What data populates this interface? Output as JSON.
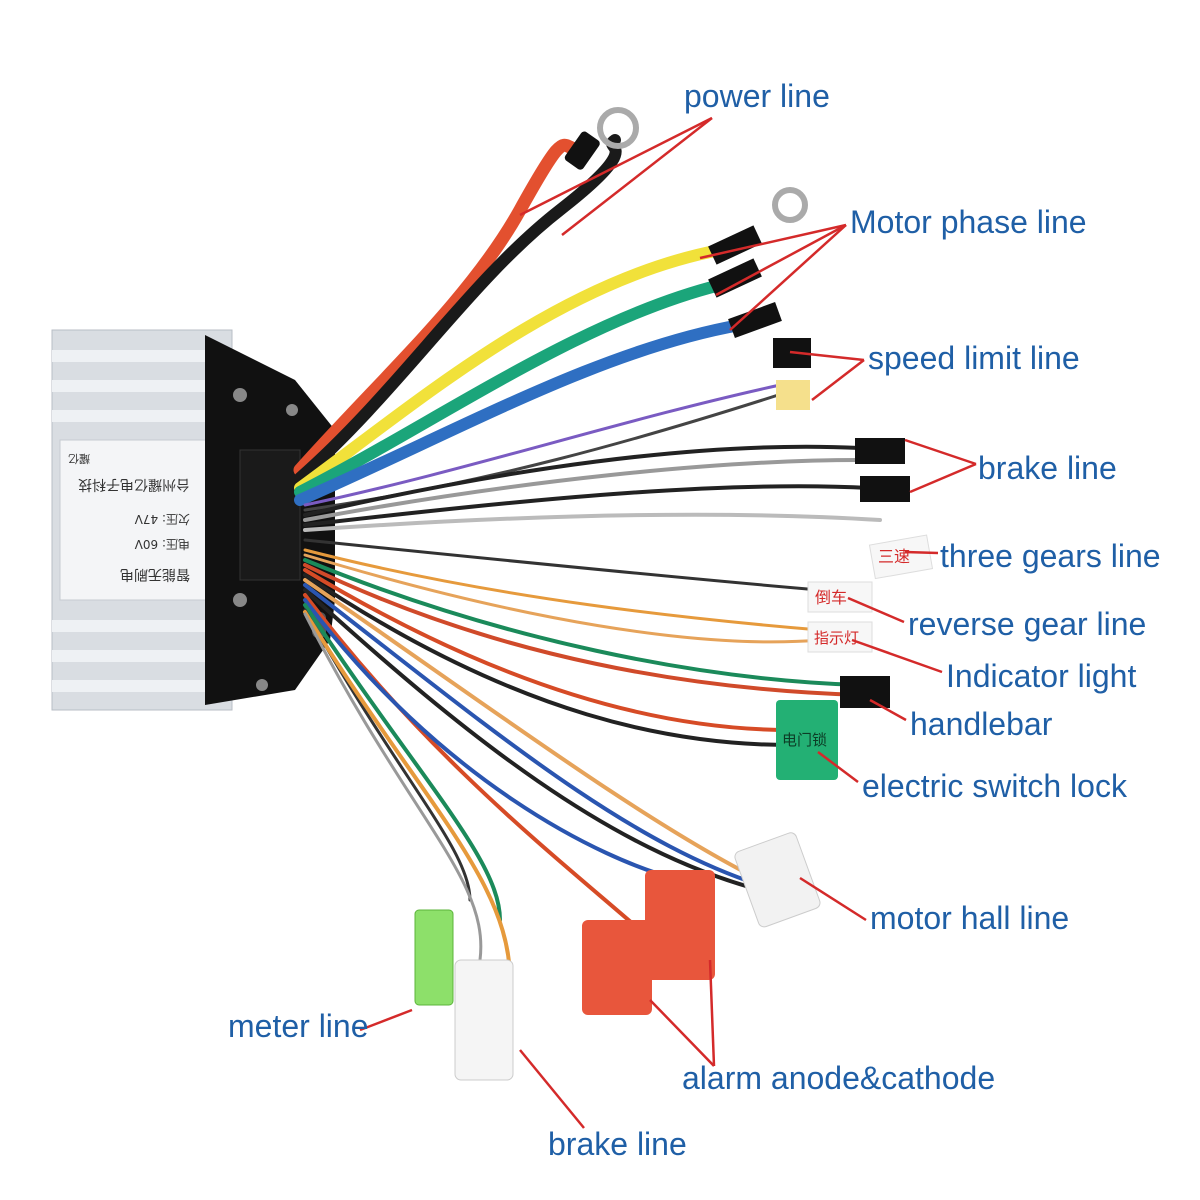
{
  "labels": {
    "power_line": "power line",
    "motor_phase_line": "Motor phase line",
    "speed_limit_line": "speed limit line",
    "brake_line_top": "brake line",
    "three_gears_line": "three gears line",
    "reverse_gear_line": "reverse gear line",
    "indicator_light": "Indicator light",
    "handlebar": "handlebar",
    "electric_switch_lock": "electric switch lock",
    "motor_hall_line": "motor hall line",
    "meter_line": "meter line",
    "alarm_anode_cathode": "alarm anode&cathode",
    "brake_line_bottom": "brake line"
  },
  "controller_print": {
    "line1": "智能无刷电",
    "line2": "电压: 60V",
    "line3": "欠压: 47V",
    "line4": "台州耀亿电子科技",
    "brand": "耀亿"
  },
  "tags": {
    "three_gears": "三速",
    "reverse": "倒车",
    "indicator": "指示灯",
    "switch_lock": "电门锁"
  },
  "colors": {
    "label_text": "#1f5fa6",
    "pointer_line": "#d42a2a"
  }
}
